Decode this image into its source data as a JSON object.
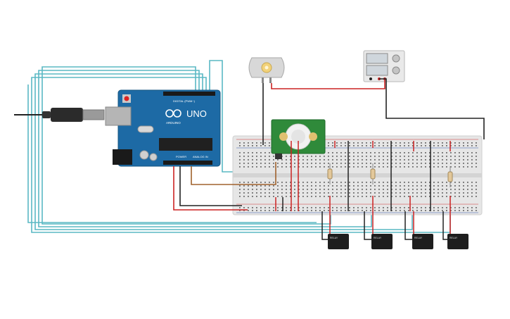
{
  "arduino": {
    "brand": "ARDUINO",
    "model": "UNO",
    "digital_label": "DIGITAL (PWM~)",
    "power_label": "POWER",
    "analog_label": "ANALOG IN"
  },
  "relays": [
    {
      "label": "RELAY"
    },
    {
      "label": "RELAY"
    },
    {
      "label": "RELAY"
    },
    {
      "label": "RELAY"
    }
  ],
  "colors": {
    "wire_cyan": "#5ab8c4",
    "wire_red": "#cc2222",
    "wire_black": "#222222",
    "wire_brown": "#a0622d",
    "board_blue": "#1d6aa5",
    "pir_green": "#2f8a3a",
    "breadboard": "#e6e6e6"
  }
}
